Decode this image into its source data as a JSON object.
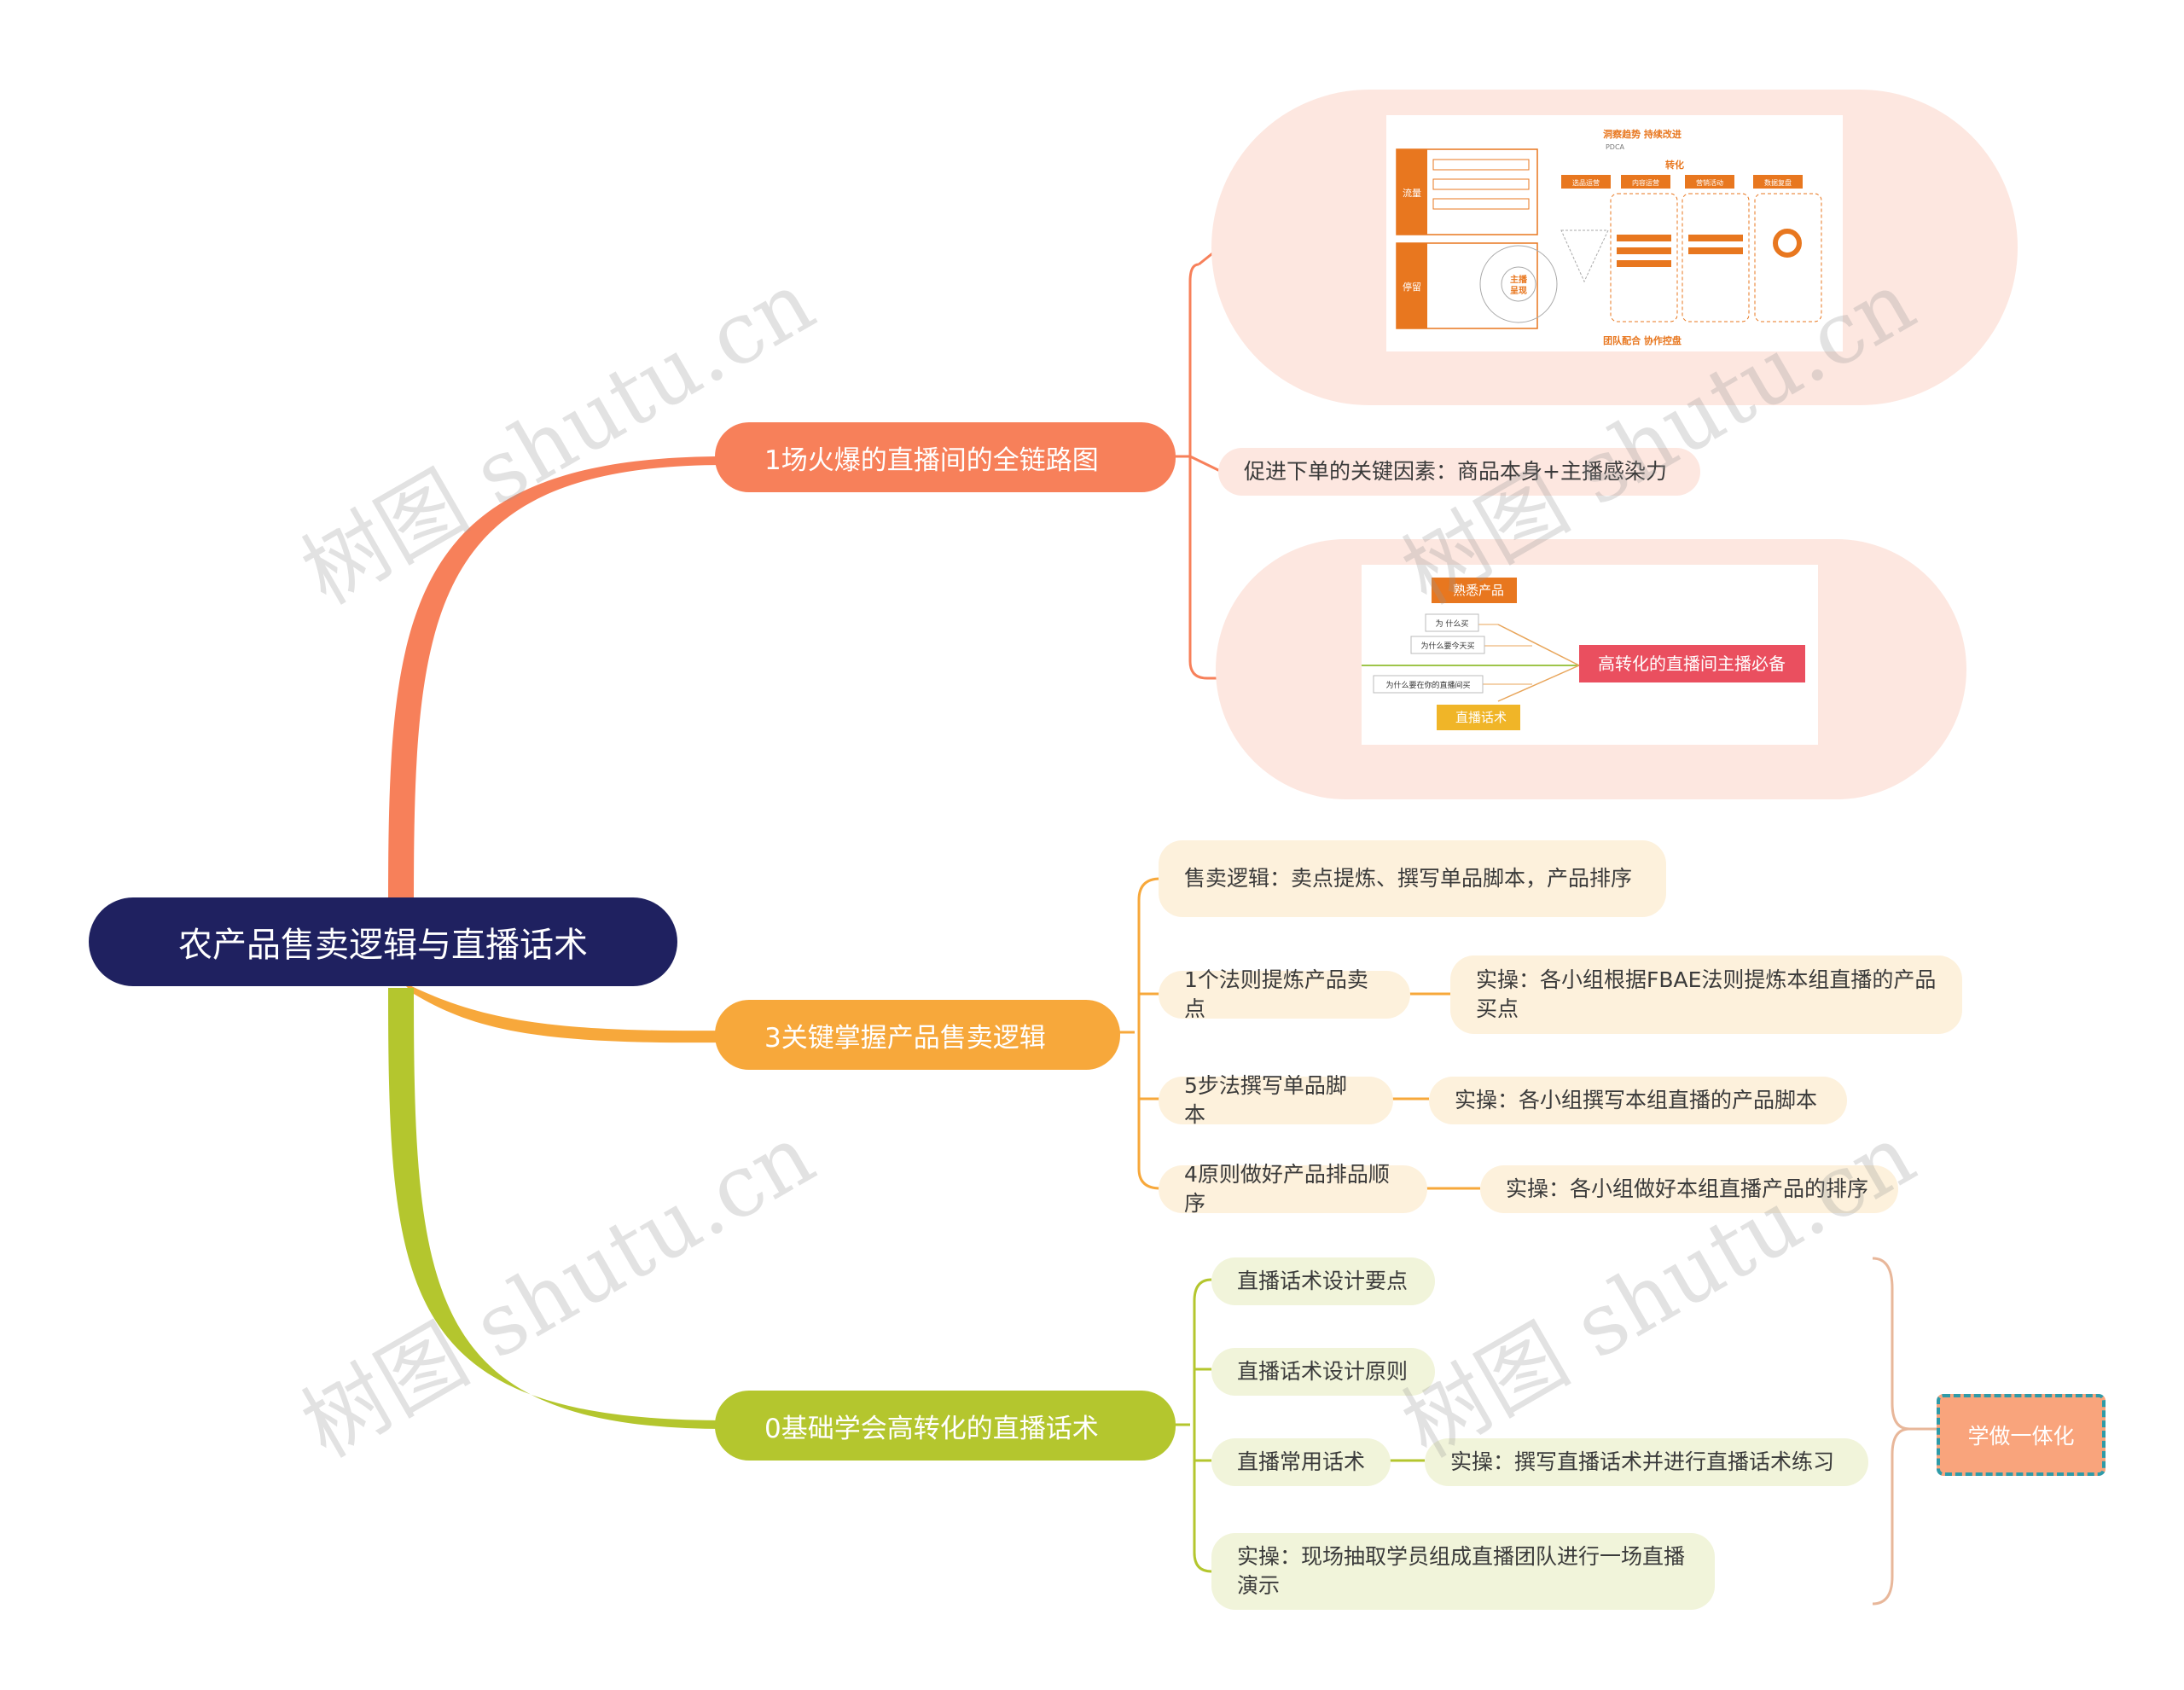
{
  "root": {
    "label": "农产品售卖逻辑与直播话术"
  },
  "branches": [
    {
      "label": "1场火爆的直播间的全链路图",
      "color": "#f7805a",
      "image1": {
        "top": "洞察趋势 持续改进",
        "pdca": "PDCA",
        "conv": "转化",
        "bottom": "团队配合 协作控盘",
        "left1": "流量",
        "left2": "停留",
        "col1": "选品运营",
        "col2": "内容运营",
        "col3": "营销活动",
        "col4": "数据复盘",
        "center1": "主播",
        "center2": "呈现"
      },
      "note": "促进下单的关键因素：商品本身+主播感染力",
      "image2": {
        "topTag": "熟悉产品",
        "q1": "为 什么买",
        "q2": "为什么要今天买",
        "q3": "为什么要在你的直播间买",
        "bottomTag": "直播话术",
        "title": "高转化的直播间主播必备"
      }
    },
    {
      "label": "3关键掌握产品售卖逻辑",
      "color": "#f7a83b",
      "children": [
        {
          "label": "售卖逻辑：卖点提炼、撰写单品脚本，产品排序"
        },
        {
          "label": "1个法则提炼产品卖点",
          "detail": "实操：各小组根据FBAE法则提炼本组直播的产品买点"
        },
        {
          "label": "5步法撰写单品脚本",
          "detail": "实操：各小组撰写本组直播的产品脚本"
        },
        {
          "label": "4原则做好产品排品顺序",
          "detail": "实操：各小组做好本组直播产品的排序"
        }
      ]
    },
    {
      "label": "0基础学会高转化的直播话术",
      "color": "#b4c62e",
      "children": [
        {
          "label": "直播话术设计要点"
        },
        {
          "label": "直播话术设计原则"
        },
        {
          "label": "直播常用话术",
          "detail": "实操：撰写直播话术并进行直播话术练习"
        },
        {
          "label": "实操：现场抽取学员组成直播团队进行一场直播演示"
        }
      ]
    }
  ],
  "summary": {
    "label": "学做一体化"
  },
  "watermark": "树图 shutu.cn",
  "colors": {
    "root": "#1f2160",
    "orangeBranch": "#f7805a",
    "yellowBranch": "#f7a83b",
    "greenBranch": "#b4c62e",
    "pinkBubble": "#fde7e0",
    "yellowSub": "#fdf1dc",
    "greenSub": "#f1f4da"
  }
}
